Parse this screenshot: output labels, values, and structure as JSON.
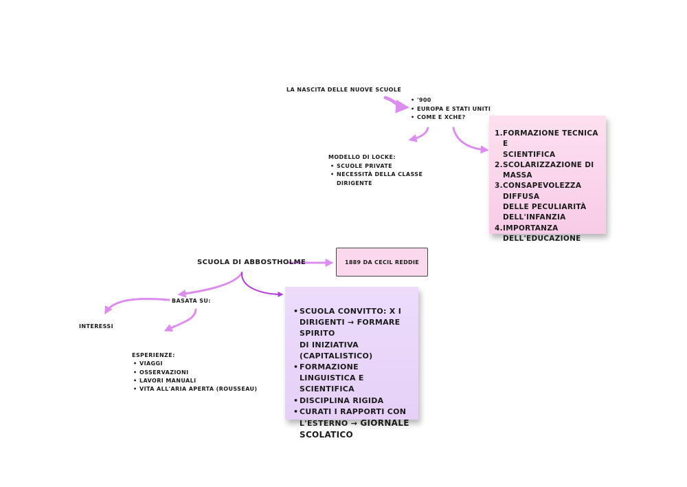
{
  "colors": {
    "arrow": "#dd8cf0",
    "arrow_dark": "#b23ad6",
    "sticky_pink": "#f9cfe8",
    "sticky_purple": "#e9d6f9",
    "box_pink": "#fbd8ec"
  },
  "top": {
    "title": "La nascita delle nuove scuole",
    "bullets": [
      "'900",
      "Europa e Stati Uniti",
      "come e xche?"
    ],
    "locke": {
      "heading": "Modello di Locke:",
      "items": [
        "scuole private",
        "necessità della classe",
        "dirigente"
      ]
    },
    "sticky": [
      {
        "num": "1.",
        "lines": [
          "Formazione tecnica e",
          "scientifica"
        ]
      },
      {
        "num": "2.",
        "lines": [
          "Scolarizzazione di",
          "massa"
        ]
      },
      {
        "num": "3.",
        "lines": [
          "Consapevolezza diffusa",
          "delle peculiarità",
          "dell'infanzia"
        ]
      },
      {
        "num": "4.",
        "lines": [
          "Importanza",
          "dell'educazione"
        ]
      }
    ]
  },
  "bottom": {
    "title": "Scuola di Abbostholme",
    "date_box": "1889 da Cecil Reddie",
    "basata": "Basata su:",
    "interessi": "interessi",
    "esperienze": {
      "heading": "Esperienze:",
      "items": [
        "viaggi",
        "osservazioni",
        "lavori manuali",
        "vita all'aria aperta (Rousseau)"
      ]
    },
    "sticky": {
      "b1_l1": "Scuola convitto: x i",
      "b1_l2": "dirigenti → formare spirito",
      "b1_l3": "di iniziativa (capitalistico)",
      "b2_l1": "Formazione linguistica e",
      "b2_l2": "scientifica",
      "b3_l1": "Disciplina rigida",
      "b4_l1": "curati i rapporti con",
      "b4_l2": "l'esterno →",
      "b4_hl1": "giornale",
      "b4_hl2": "scolatico"
    }
  }
}
